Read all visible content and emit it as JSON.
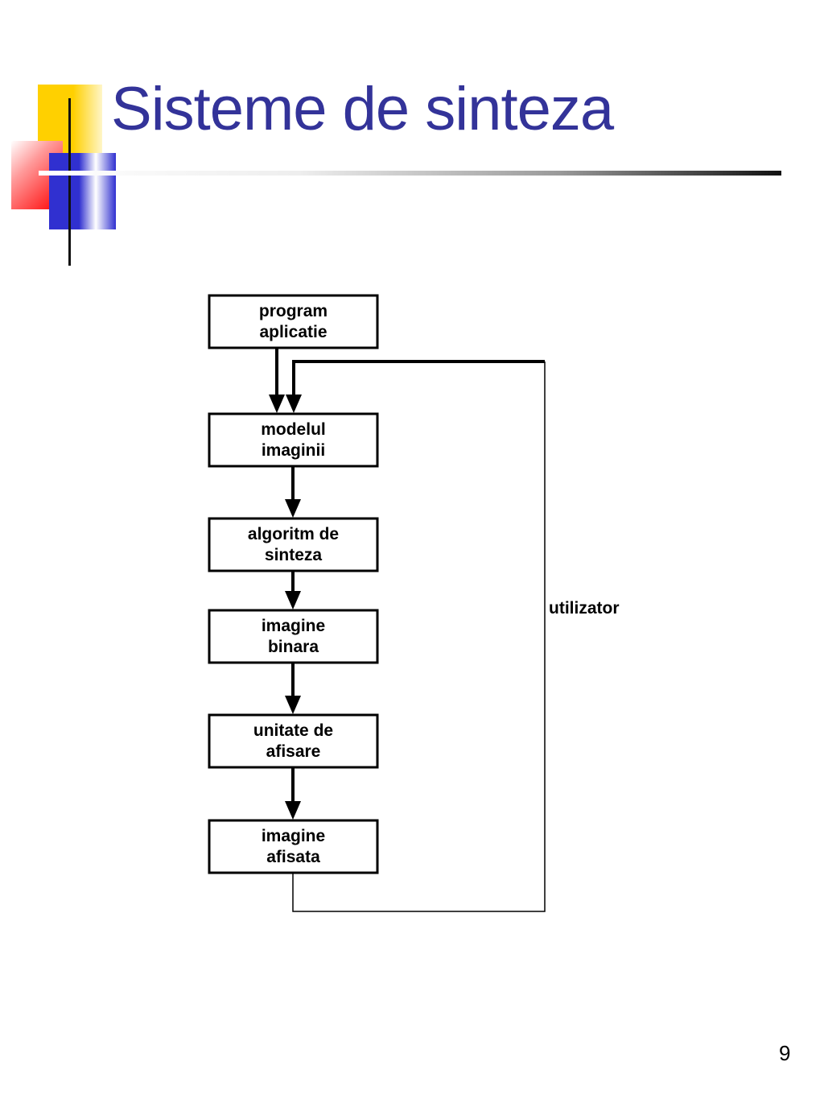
{
  "slide": {
    "title": "Sisteme de sinteza",
    "page_number": "9"
  },
  "diagram": {
    "nodes": [
      {
        "id": "program-aplicatie",
        "lines": [
          "program",
          "aplicatie"
        ]
      },
      {
        "id": "modelul-imaginii",
        "lines": [
          "modelul",
          "imaginii"
        ]
      },
      {
        "id": "algoritm-de-sinteza",
        "lines": [
          "algoritm de",
          "sinteza"
        ]
      },
      {
        "id": "imagine-binara",
        "lines": [
          "imagine",
          "binara"
        ]
      },
      {
        "id": "unitate-de-afisare",
        "lines": [
          "unitate de",
          "afisare"
        ]
      },
      {
        "id": "imagine-afisata",
        "lines": [
          "imagine",
          "afisata"
        ]
      }
    ],
    "feedback_label": "utilizator"
  },
  "colors": {
    "title": "#333399",
    "accent_yellow": "#ffd000",
    "accent_red": "#ff0000",
    "accent_blue": "#3030d0"
  }
}
